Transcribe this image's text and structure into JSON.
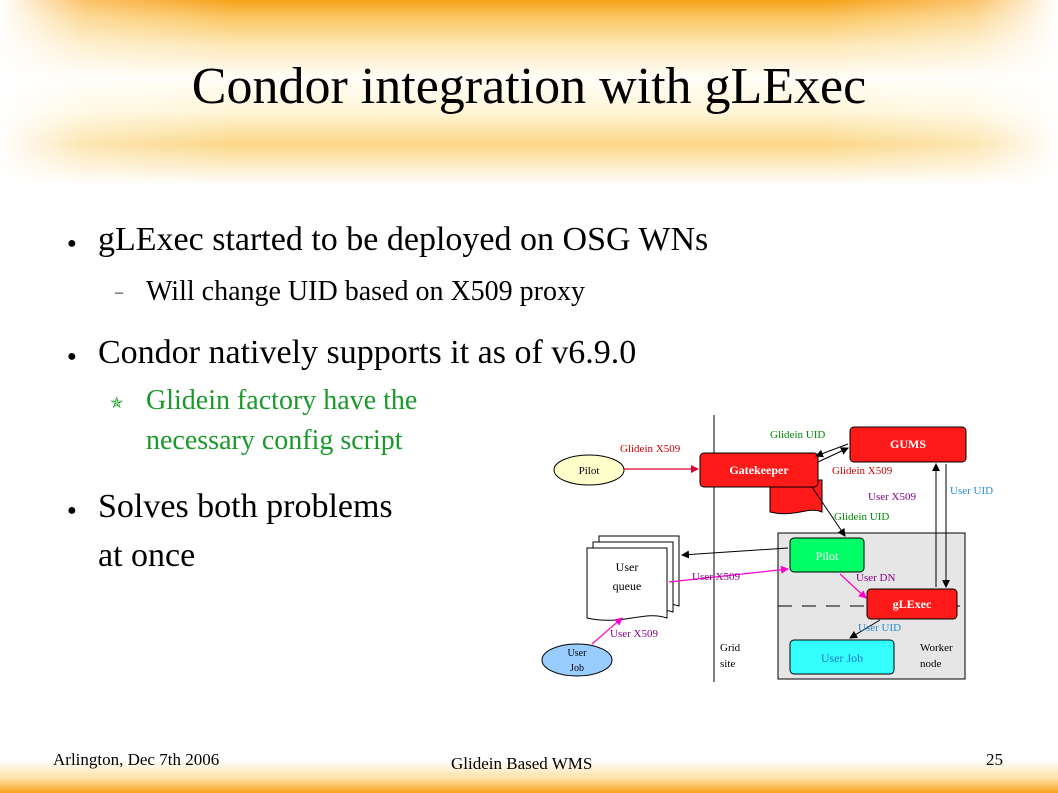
{
  "slide": {
    "title": "Condor integration with gLExec",
    "bullets": [
      {
        "text": "gLExec started to be deployed on OSG WNs"
      },
      {
        "text": "Will change UID based on X509 proxy"
      },
      {
        "text": "Condor natively supports it as of v6.9.0"
      },
      {
        "lines": [
          "Glidein factory have the",
          "necessary config script"
        ]
      },
      {
        "lines": [
          "Solves both problems",
          "at once"
        ]
      }
    ]
  },
  "diagram": {
    "nodes": {
      "pilot_outside": "Pilot",
      "gatekeeper": "Gatekeeper",
      "gums": "GUMS",
      "pilot_inside": "Pilot",
      "glexec": "gLExec",
      "user_job_box": "User Job",
      "user_queue": [
        "User",
        "queue"
      ],
      "user_job_ellipse": [
        "User",
        "Job"
      ]
    },
    "labels": {
      "glidein_x509_left": "Glidein X509",
      "glidein_uid_top": "Glidein UID",
      "glidein_x509_right": "Glidein X509",
      "user_x509_gums": "User X509",
      "user_uid_right": "User UID",
      "glidein_uid_mid": "Glidein UID",
      "user_x509_queue": "User X509",
      "user_dn": "User DN",
      "user_uid_bottom": "User UID",
      "user_x509_job": "User X509",
      "grid_site": [
        "Grid",
        "site"
      ],
      "worker_node": [
        "Worker",
        "node"
      ]
    },
    "colors": {
      "gatekeeper_fill": "#ff1a1a",
      "gums_fill": "#ff1a1a",
      "glexec_fill": "#ff1a1a",
      "pilot_fill": "#00ff66",
      "user_job_fill": "#33ffff",
      "ellipse_fill": "#ffffcc",
      "user_job_ellipse_fill": "#99ccff",
      "worker_box_fill": "#e6e6e6",
      "label_red": "#cc0000",
      "label_purple": "#880088",
      "label_green": "#008800",
      "label_blue": "#2a8cd6",
      "arrow_magenta": "#ff00cc",
      "arrow_red": "#dd0033"
    }
  },
  "footer": {
    "left": "Arlington, Dec 7th 2006",
    "center": "Glidein Based WMS",
    "page": "25"
  }
}
